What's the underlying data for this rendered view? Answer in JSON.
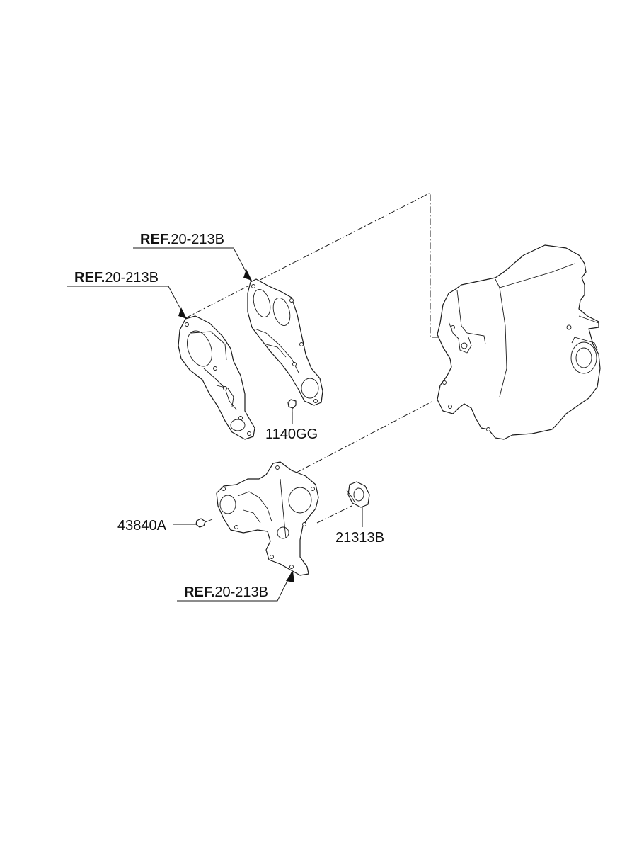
{
  "labels": {
    "ref1_prefix": "REF.",
    "ref1_code": "20-213B",
    "ref2_prefix": "REF.",
    "ref2_code": "20-213B",
    "ref3_prefix": "REF.",
    "ref3_code": "20-213B",
    "part_bolt_top": "1140GG",
    "part_bolt_left": "43840A",
    "part_seal": "21313B"
  }
}
